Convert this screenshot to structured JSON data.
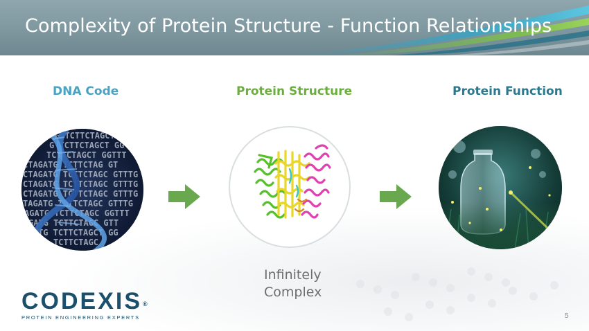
{
  "slide": {
    "title": "Complexity of Protein Structure - Function Relationships",
    "page_number": "5"
  },
  "columns": [
    {
      "heading": "DNA Code",
      "image": "dna-double-helix-image"
    },
    {
      "heading": "Protein Structure",
      "image": "protein-3d-structure-image"
    },
    {
      "heading": "Protein Function",
      "image": "glass-jar-fireflies-image"
    }
  ],
  "dna_sequence_lines": [
    "G TCTTCTAGCT G",
    "G TCTTCTAGCT GG",
    "TCTTCTAGCT GGTTT",
    "CTAGATG TCTTCTAG GT",
    "CTAGATG TCTTCTAGC GTTTG",
    "CTAGATG TCTTCTAGC GTTTG",
    "CTAGATG TCTTCTAGC GTTTG",
    "TAGATG TCTTCTAGC GTTTG",
    "AGATG TCTTCTAGC GGTTT",
    "GATG TCTTCTAGC GTT",
    "TG TCTTCTAGCT GG",
    "TCTTCTAGC"
  ],
  "caption": {
    "line1": "Infinitely",
    "line2": "Complex"
  },
  "logo": {
    "word": "CODEXIS",
    "registered": "®",
    "tagline": "PROTEIN ENGINEERING EXPERTS"
  },
  "colors": {
    "dna_heading": "#4aa3c2",
    "structure_heading": "#6cae3d",
    "function_heading": "#2a7a8f",
    "arrow": "#6aa84f",
    "logo": "#1c4f6b",
    "banner": "#7f979f"
  }
}
